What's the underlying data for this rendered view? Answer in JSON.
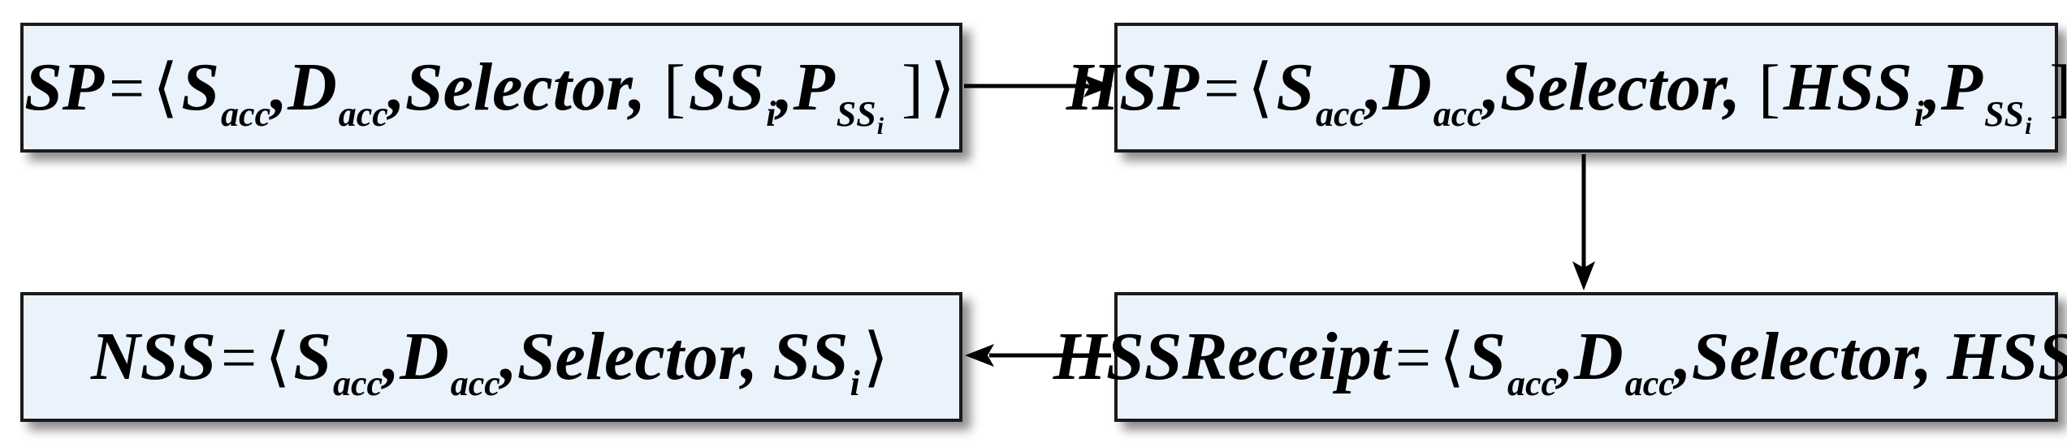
{
  "common": {
    "s": "S",
    "d": "D",
    "acc": "acc",
    "selector": "Selector,",
    "eq": "=",
    "lang": "⟨",
    "rang": "⟩",
    "comma": ",",
    "lbrack": "[",
    "rbrack": "]",
    "i": "i"
  },
  "boxes": {
    "sp": {
      "name": "SP",
      "ss": "SS",
      "p": "P",
      "p_sub": "SS"
    },
    "hsp": {
      "name": "HSP",
      "ss": "HSS",
      "p": "P",
      "p_sub": "SS"
    },
    "hssreceipt": {
      "name": "HSSReceipt",
      "ss": "HSS"
    },
    "nss": {
      "name": "NSS",
      "ss": "SS"
    }
  },
  "colors": {
    "box_fill": "#eaf2fb",
    "border": "#1a1a1a",
    "arrow": "#000000"
  }
}
